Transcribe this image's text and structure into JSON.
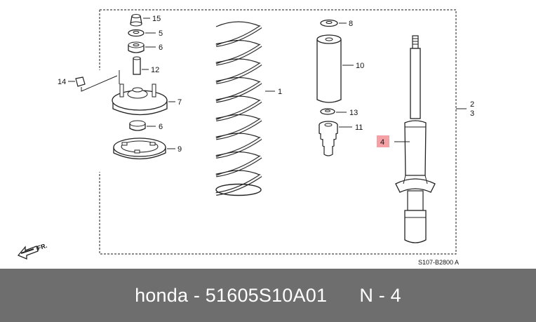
{
  "diagram": {
    "callouts": {
      "c1": "1",
      "c2": "2",
      "c3": "3",
      "c4": "4",
      "c5": "5",
      "c6a": "6",
      "c6b": "6",
      "c7": "7",
      "c8": "8",
      "c9": "9",
      "c10": "10",
      "c11": "11",
      "c12": "12",
      "c13": "13",
      "c14": "14",
      "c15": "15"
    },
    "front_label": "FR.",
    "diagram_code": "S107-B2800 A",
    "highlight_color": "#f4a0a4"
  },
  "footer": {
    "brand": "honda",
    "separator": "-",
    "part_number": "51605S10A01",
    "position_label": "N - 4"
  }
}
